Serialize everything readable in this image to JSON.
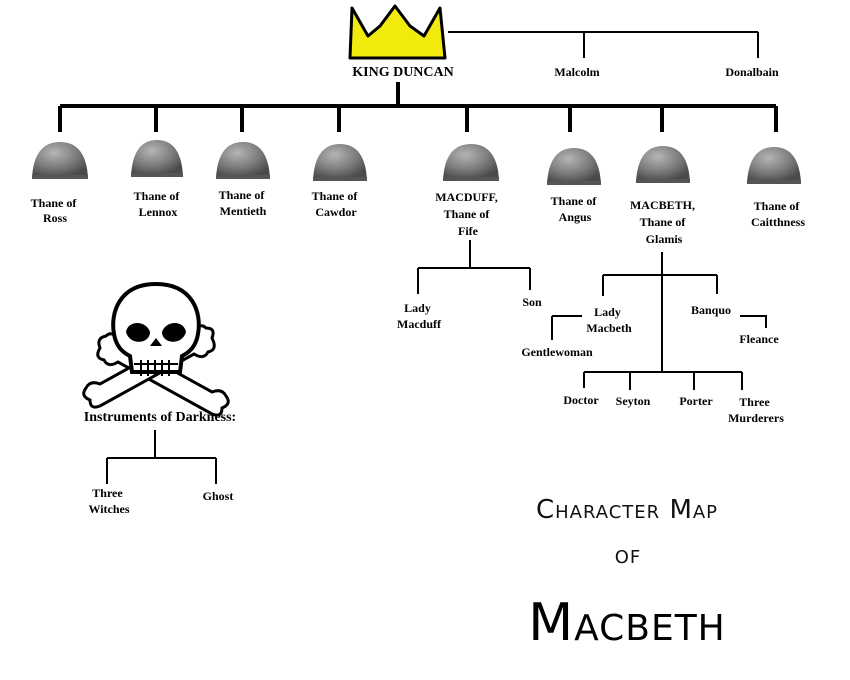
{
  "king": {
    "label": "KING DUNCAN",
    "icon": "crown-icon",
    "crown_color": "#f2ea0c"
  },
  "sons": [
    {
      "label": "Malcolm"
    },
    {
      "label": "Donalbain"
    }
  ],
  "thanes": [
    {
      "lines": [
        "Thane of",
        "Ross"
      ],
      "icon": "helmet-icon"
    },
    {
      "lines": [
        "Thane of",
        "Lennox"
      ],
      "icon": "helmet-icon"
    },
    {
      "lines": [
        "Thane of",
        "Mentieth"
      ],
      "icon": "helmet-icon"
    },
    {
      "lines": [
        "Thane of",
        "Cawdor"
      ],
      "icon": "helmet-icon"
    },
    {
      "lines": [
        "MACDUFF,",
        "Thane of",
        "Fife"
      ],
      "icon": "helmet-icon"
    },
    {
      "lines": [
        "Thane of",
        "Angus"
      ],
      "icon": "helmet-icon"
    },
    {
      "lines": [
        "MACBETH,",
        "Thane of",
        "Glamis"
      ],
      "icon": "helmet-icon"
    },
    {
      "lines": [
        "Thane of",
        "Caitthness"
      ],
      "icon": "helmet-icon"
    }
  ],
  "macduff_family": {
    "lady": [
      "Lady",
      "Macduff"
    ],
    "son": "Son"
  },
  "macbeth_circle": {
    "lady": [
      "Lady",
      "Macbeth"
    ],
    "gentlewoman": "Gentlewoman",
    "banquo": "Banquo",
    "fleance": "Fleance",
    "doctor": "Doctor",
    "seyton": "Seyton",
    "porter": "Porter",
    "murderers": [
      "Three",
      "Murderers"
    ]
  },
  "darkness": {
    "icon": "skull-crossbones-icon",
    "heading": "Instruments of Darkness:",
    "witches": [
      "Three",
      "Witches"
    ],
    "ghost": "Ghost"
  },
  "title": {
    "line1": "Character Map",
    "line2": "of",
    "line3": "Macbeth"
  },
  "colors": {
    "helmet": "#7a7a7a",
    "crown": "#f2ea0c"
  }
}
